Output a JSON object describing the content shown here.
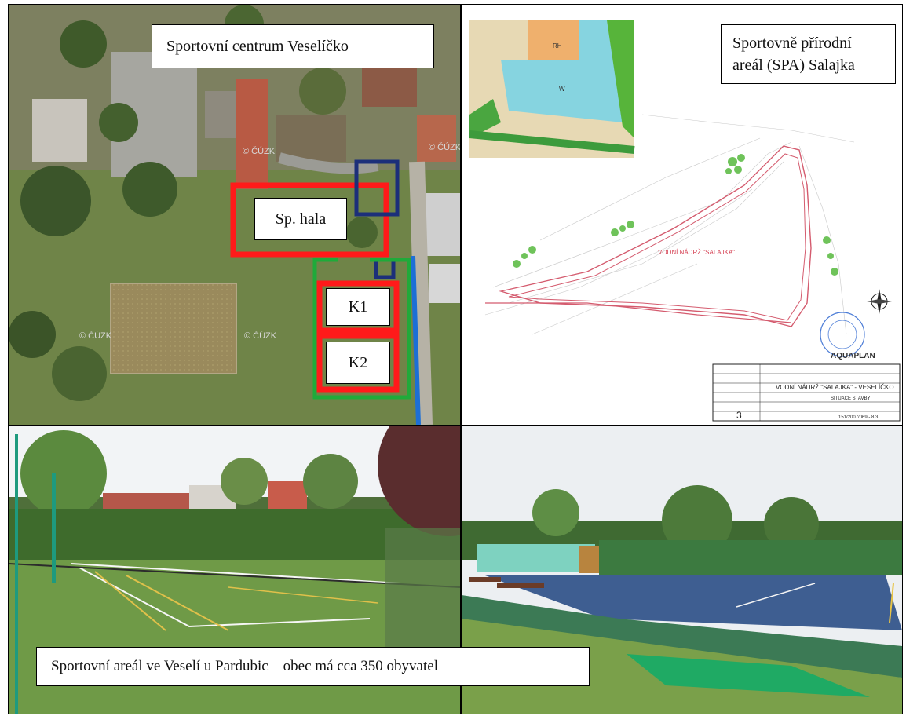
{
  "map_panel": {
    "title": "Sportovní centrum Veselíčko",
    "hall_label": "Sp. hala",
    "court1_label": "K1",
    "court2_label": "K2",
    "watermark": "© ČÚZK"
  },
  "plan_panel": {
    "title_line1": "Sportovně přírodní",
    "title_line2": "areál (SPA) Salajka",
    "pond_label": "VODNÍ NÁDRŽ \"SALAJKA\"",
    "inset_zone_rh": "RH",
    "inset_zone_w": "W",
    "company": "AQUAPLAN",
    "title_block_text": "VODNÍ NÁDRŽ \"SALAJKA\" - VESELÍČKO",
    "title_block_sub": "SITUACE STAVBY",
    "sheet_number": "3",
    "doc_code": "151/2007/069 - 8.3"
  },
  "photo_panel": {
    "caption": "Sportovní areál ve Veselí u Pardubic – obec má cca 350 obyvatel"
  },
  "colors": {
    "red_outline": "#ff1a1a",
    "green_outline": "#1faa3a",
    "navy_outline": "#1c2f7a",
    "blue_line": "#1c6fd6"
  }
}
